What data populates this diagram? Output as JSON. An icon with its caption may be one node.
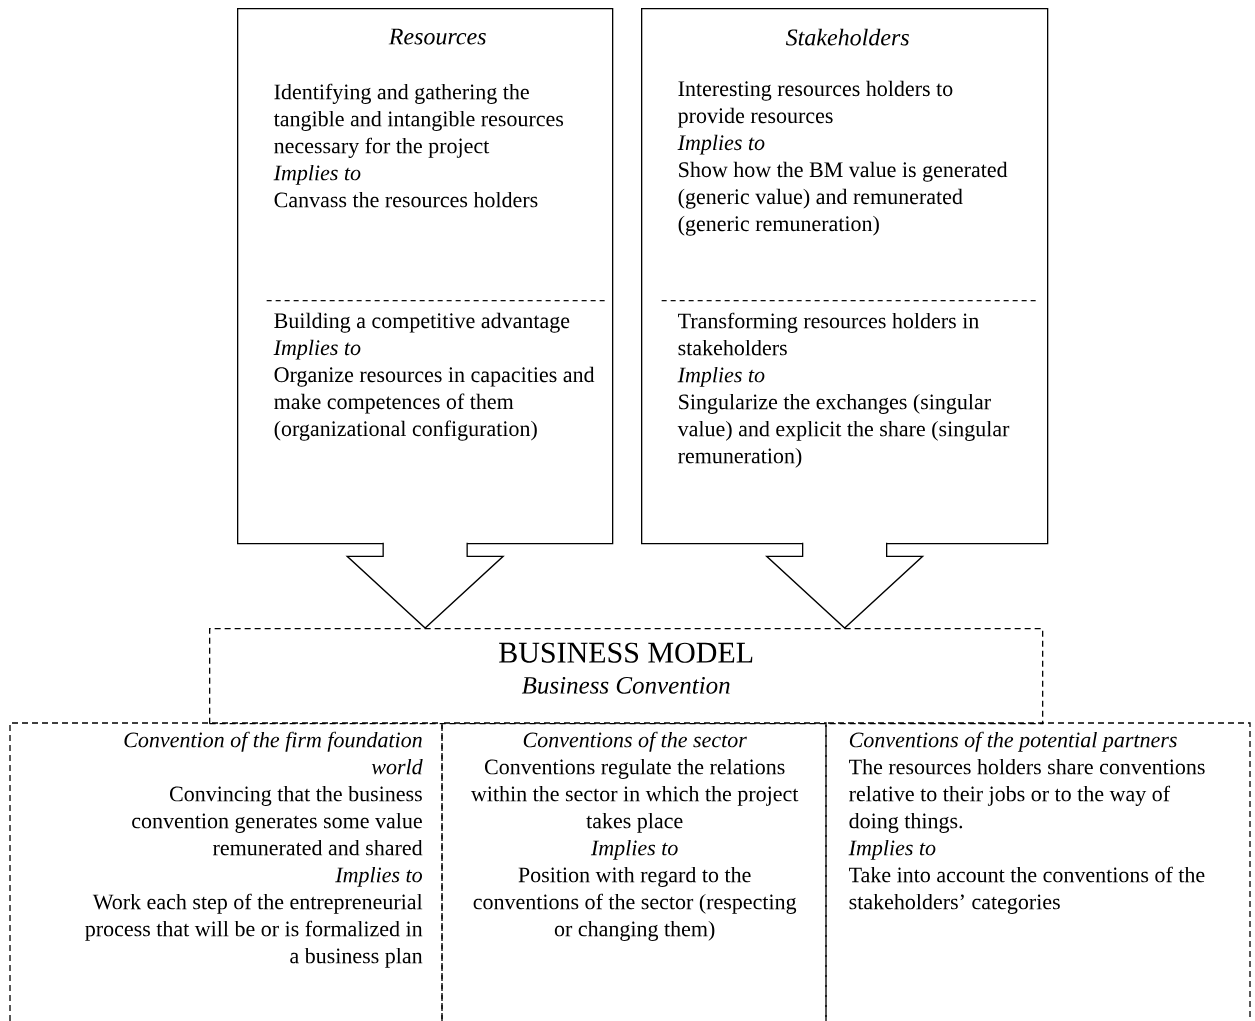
{
  "diagram": {
    "nodes": [
      {
        "text": [
          "Resources",
          "Identifying and gathering the tangible and intangible resources necessary for the project",
          "Implies to",
          "Canvass the resources holders",
          "Building a competitive advantage",
          "Implies to",
          "Organize resources in capacities and make competences of them (organizational configuration)"
        ]
      },
      {
        "text": [
          "Stakeholders",
          "Interesting resources holders to provide resources",
          "Implies to",
          "Show how the BM value is generated (generic value) and remunerated (generic remuneration)",
          "Transforming resources holders in stakeholders",
          "Implies to",
          "Singularize the exchanges (singular value) and explicit the share (singular remuneration)"
        ]
      },
      {
        "text": [
          "BUSINESS MODEL",
          "Business Convention"
        ]
      },
      {
        "text": [
          "Convention of the firm foundation world",
          "Convincing that the business convention generates some value remunerated and shared",
          "Implies to",
          "Work each step of the entrepreneurial process that will be or is formalized in a business plan"
        ]
      },
      {
        "text": [
          "Conventions of the sector",
          "Conventions regulate the relations within the sector in which the project takes place",
          "Implies to",
          "Position with regard to the conventions of the sector (respecting or changing them)"
        ]
      },
      {
        "text": [
          "Conventions of the potential partners",
          "The resources holders share conventions relative to their jobs or to the way of doing things.",
          "Implies to",
          "Take into account the conventions of the stakeholders’ categories"
        ]
      }
    ],
    "edges": [
      {
        "from": 0,
        "to": 2,
        "arrow": "to"
      },
      {
        "from": 1,
        "to": 2,
        "arrow": "to"
      }
    ]
  }
}
